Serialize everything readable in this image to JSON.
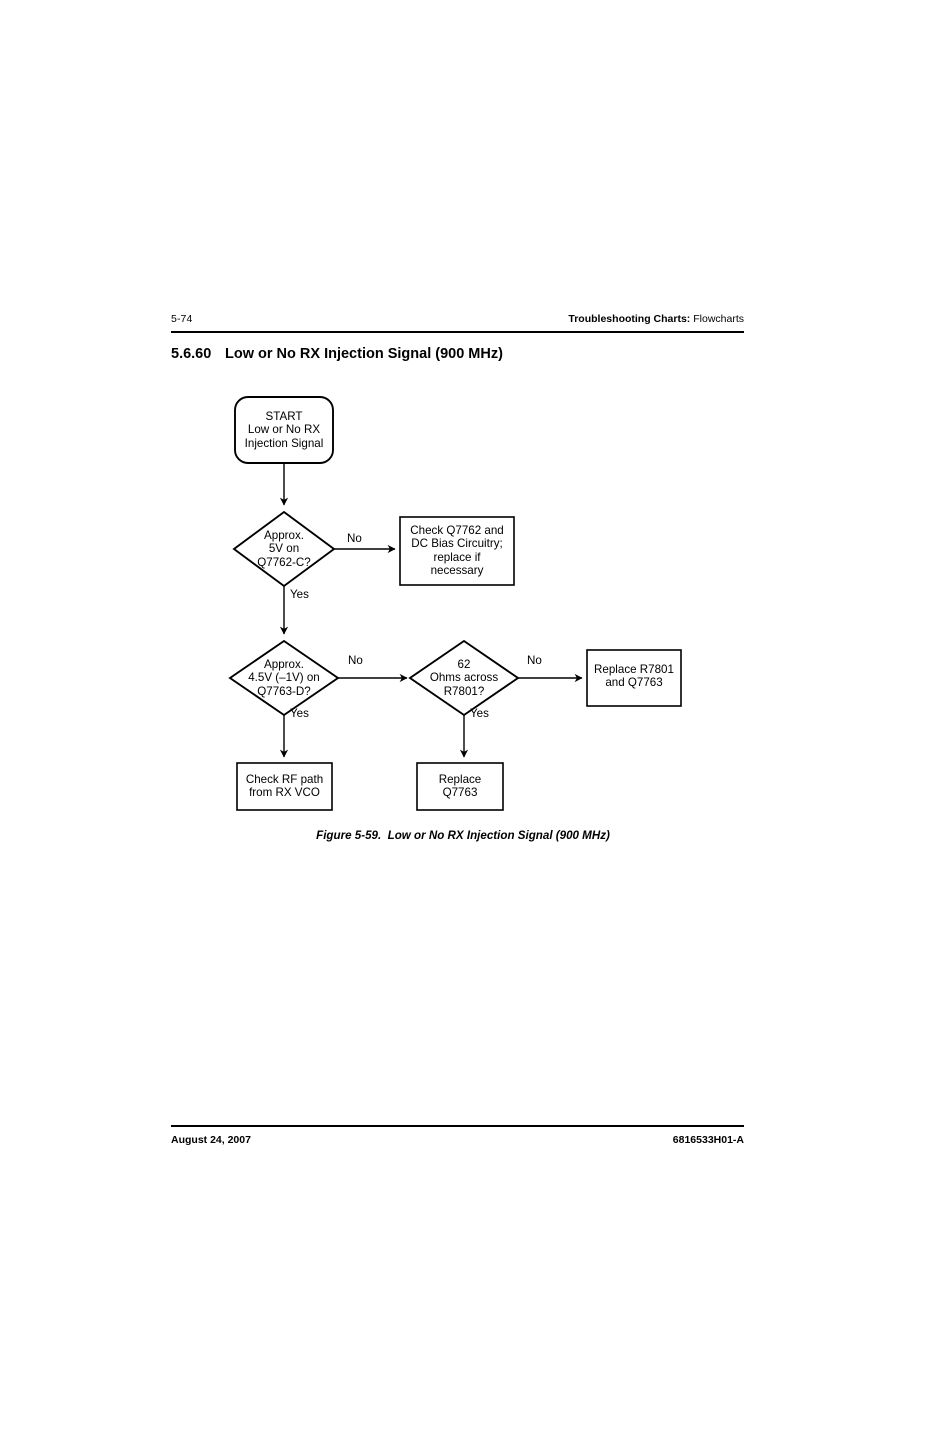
{
  "header": {
    "page_number": "5-74",
    "title_bold": "Troubleshooting Charts:",
    "title_rest": " Flowcharts"
  },
  "section": {
    "number": "5.6.60",
    "title": "Low or No RX Injection Signal (900 MHz)"
  },
  "figure": {
    "label": "Figure 5-59.",
    "title": "Low or No RX Injection Signal (900 MHz)"
  },
  "footer": {
    "date": "August 24, 2007",
    "doc_id": "6816533H01-A"
  },
  "colors": {
    "ink": "#000000",
    "paper": "#ffffff",
    "connector": "#000000"
  },
  "chart_data": {
    "type": "diagram",
    "title": "Low or No RX Injection Signal (900 MHz)",
    "diagram_kind": "troubleshooting-flowchart",
    "nodes": [
      {
        "id": "start",
        "shape": "rounded-rectangle",
        "role": "start-terminator",
        "lines": [
          "START",
          "Low or No RX",
          "Injection Signal"
        ]
      },
      {
        "id": "d1",
        "shape": "diamond",
        "role": "decision",
        "lines": [
          "Approx.",
          "5V on",
          "Q7762-C?"
        ]
      },
      {
        "id": "p1",
        "shape": "rectangle",
        "role": "process",
        "lines": [
          "Check Q7762 and",
          "DC Bias Circuitry;",
          "replace if",
          "necessary"
        ]
      },
      {
        "id": "d2",
        "shape": "diamond",
        "role": "decision",
        "lines": [
          "Approx.",
          "4.5V (–1V) on",
          "Q7763-D?"
        ]
      },
      {
        "id": "d3",
        "shape": "diamond",
        "role": "decision",
        "lines": [
          "62",
          "Ohms across",
          "R7801?"
        ]
      },
      {
        "id": "p2",
        "shape": "rectangle",
        "role": "process",
        "lines": [
          "Replace R7801",
          "and Q7763"
        ]
      },
      {
        "id": "p3",
        "shape": "rectangle",
        "role": "process",
        "lines": [
          "Check RF path",
          "from RX VCO"
        ]
      },
      {
        "id": "p4",
        "shape": "rectangle",
        "role": "process",
        "lines": [
          "Replace",
          "Q7763"
        ]
      }
    ],
    "edges": [
      {
        "from": "start",
        "to": "d1",
        "label": ""
      },
      {
        "from": "d1",
        "to": "p1",
        "label": "No"
      },
      {
        "from": "d1",
        "to": "d2",
        "label": "Yes"
      },
      {
        "from": "d2",
        "to": "d3",
        "label": "No"
      },
      {
        "from": "d2",
        "to": "p3",
        "label": "Yes"
      },
      {
        "from": "d3",
        "to": "p2",
        "label": "No"
      },
      {
        "from": "d3",
        "to": "p4",
        "label": "Yes"
      }
    ],
    "edge_labels": {
      "d1_no": "No",
      "d1_yes": "Yes",
      "d2_no": "No",
      "d2_yes": "Yes",
      "d3_no": "No",
      "d3_yes": "Yes"
    }
  }
}
